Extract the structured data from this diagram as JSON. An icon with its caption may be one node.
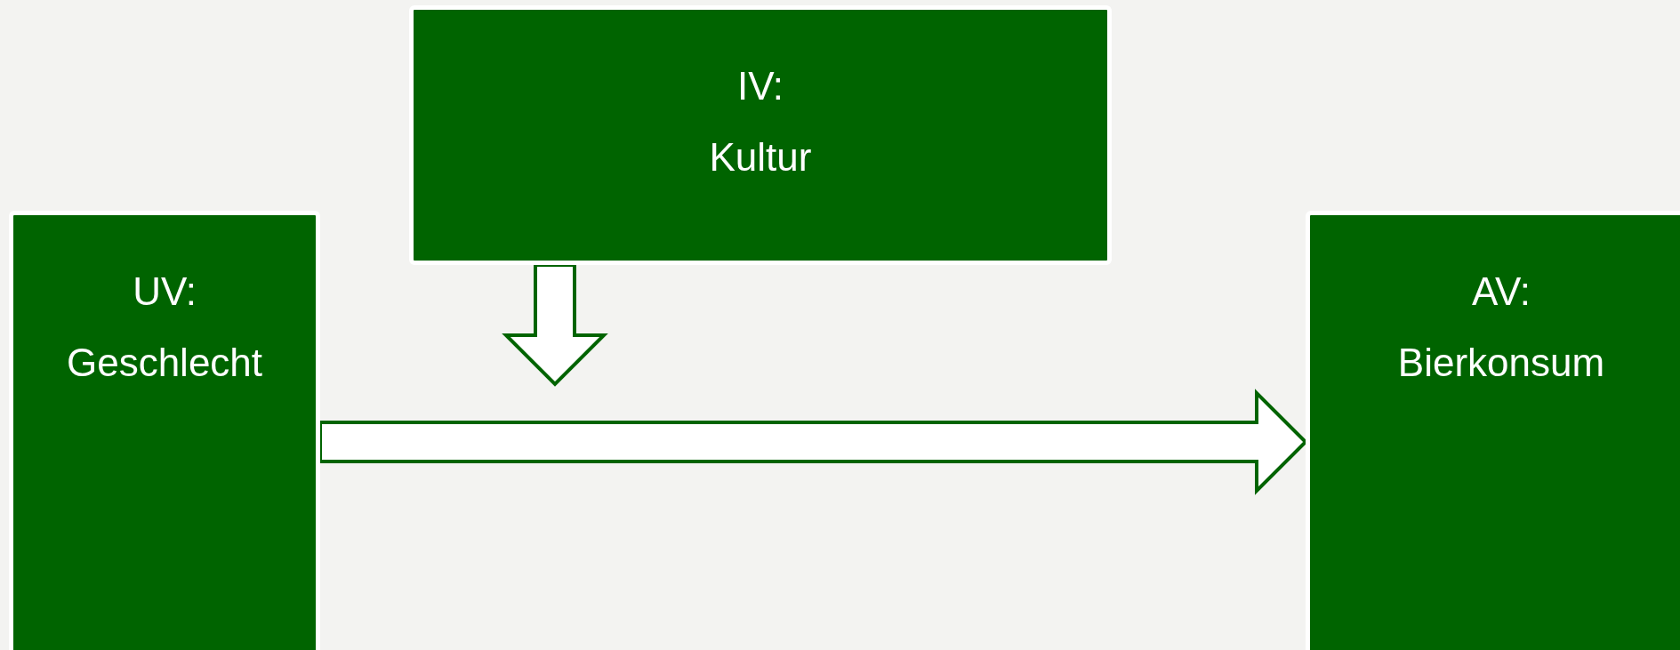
{
  "diagram": {
    "nodes": [
      {
        "text": [
          "IV:",
          "Kultur"
        ]
      },
      {
        "text": [
          "UV:",
          "Geschlecht"
        ]
      },
      {
        "text": [
          "AV:",
          "Bierkonsum"
        ]
      }
    ],
    "edges": [
      {
        "from": 0,
        "to": null,
        "arrow": "to"
      },
      {
        "from": 1,
        "to": 2,
        "arrow": "to"
      }
    ]
  }
}
